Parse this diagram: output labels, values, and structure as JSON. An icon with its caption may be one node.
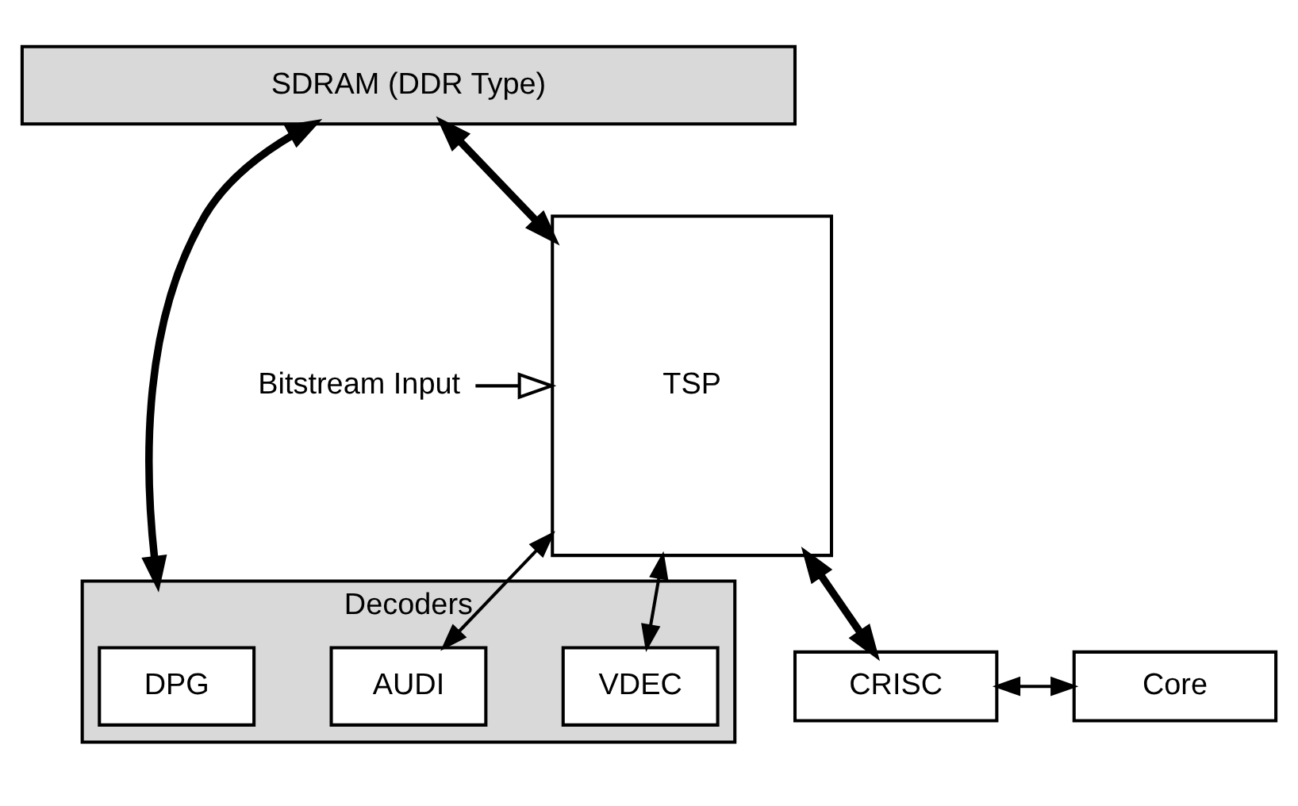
{
  "diagram": {
    "nodes": [
      {
        "text": [
          "SDRAM (DDR Type)"
        ]
      },
      {
        "text": [
          "Bitstream Input"
        ]
      },
      {
        "text": [
          "TSP"
        ]
      },
      {
        "text": [
          "Decoders"
        ]
      },
      {
        "text": [
          "AUDI"
        ],
        "in": 3
      },
      {
        "text": [
          "DPG"
        ],
        "in": 3
      },
      {
        "text": [
          "VDEC"
        ],
        "in": 3
      },
      {
        "text": [
          "CRISC"
        ]
      },
      {
        "text": [
          "Core"
        ]
      }
    ],
    "edges": [
      {
        "from": 0,
        "to": 2,
        "arrow": "both",
        "style": "thick"
      },
      {
        "from": 0,
        "to": 3,
        "arrow": "both",
        "style": "thick"
      },
      {
        "from": 1,
        "to": 2,
        "arrow": "to"
      },
      {
        "from": 2,
        "to": 4,
        "arrow": "both"
      },
      {
        "from": 2,
        "to": 6,
        "arrow": "both"
      },
      {
        "from": 2,
        "to": 7,
        "arrow": "both",
        "style": "thick"
      },
      {
        "from": 7,
        "to": 8,
        "arrow": "both"
      }
    ]
  }
}
